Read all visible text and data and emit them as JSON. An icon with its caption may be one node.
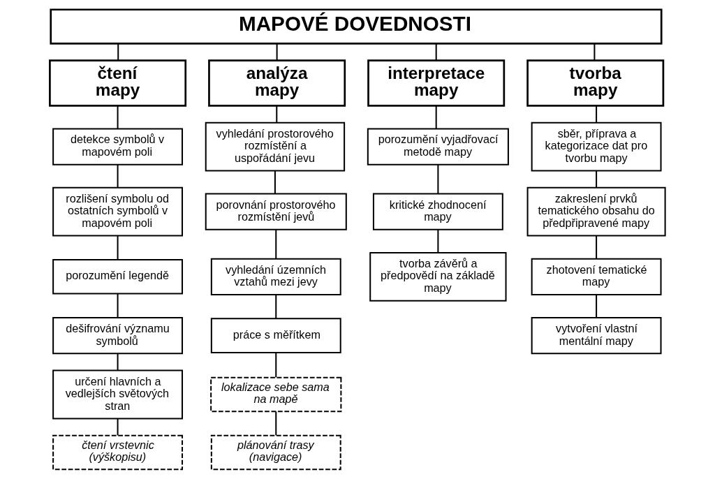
{
  "diagram": {
    "nodes": [
      {
        "text": [
          "MAPOVÉ DOVEDNOSTI"
        ]
      },
      {
        "text": [
          "čtení mapy"
        ]
      },
      {
        "text": [
          "analýza mapy"
        ]
      },
      {
        "text": [
          "interpretace mapy"
        ]
      },
      {
        "text": [
          "tvorba mapy"
        ]
      },
      {
        "text": [
          "detekce symbolů v mapovém poli"
        ]
      },
      {
        "text": [
          "rozlišení symbolu od ostatních symbolů v mapovém poli"
        ]
      },
      {
        "text": [
          "porozumění legendě"
        ]
      },
      {
        "text": [
          "dešifrování významu symbolů"
        ]
      },
      {
        "text": [
          "určení hlavních a vedlejších světových stran"
        ]
      },
      {
        "text": [
          "čtení vrstevnic (výškopisu)"
        ]
      },
      {
        "text": [
          "vyhledání prostorového rozmístění a uspořádání jevu"
        ]
      },
      {
        "text": [
          "porovnání prostorového rozmístění jevů"
        ]
      },
      {
        "text": [
          "vyhledání územních vztahů mezi jevy"
        ]
      },
      {
        "text": [
          "práce s měřítkem"
        ]
      },
      {
        "text": [
          "lokalizace sebe sama na mapě"
        ]
      },
      {
        "text": [
          "plánování trasy (navigace)"
        ]
      },
      {
        "text": [
          "porozumění vyjadřovací metodě mapy"
        ]
      },
      {
        "text": [
          "kritické zhodnocení mapy"
        ]
      },
      {
        "text": [
          "tvorba závěrů a předpovědí na základě mapy"
        ]
      },
      {
        "text": [
          "sběr, příprava a kategorizace dat pro tvorbu mapy"
        ]
      },
      {
        "text": [
          "zakreslení prvků tematického obsahu do předpřipravené mapy"
        ]
      },
      {
        "text": [
          "zhotovení tematické mapy"
        ]
      },
      {
        "text": [
          "vytvoření vlastní mentální mapy"
        ]
      }
    ],
    "edges": [
      {
        "from": 0,
        "to": 1,
        "arrow": "none"
      },
      {
        "from": 0,
        "to": 2,
        "arrow": "none"
      },
      {
        "from": 0,
        "to": 3,
        "arrow": "none"
      },
      {
        "from": 0,
        "to": 4,
        "arrow": "none"
      },
      {
        "from": 1,
        "to": 5,
        "arrow": "none"
      },
      {
        "from": 5,
        "to": 6,
        "arrow": "none"
      },
      {
        "from": 6,
        "to": 7,
        "arrow": "none"
      },
      {
        "from": 7,
        "to": 8,
        "arrow": "none"
      },
      {
        "from": 8,
        "to": 9,
        "arrow": "none"
      },
      {
        "from": 9,
        "to": 10,
        "arrow": "none"
      },
      {
        "from": 2,
        "to": 11,
        "arrow": "none"
      },
      {
        "from": 11,
        "to": 12,
        "arrow": "none"
      },
      {
        "from": 12,
        "to": 13,
        "arrow": "none"
      },
      {
        "from": 13,
        "to": 14,
        "arrow": "none"
      },
      {
        "from": 14,
        "to": 15,
        "arrow": "none"
      },
      {
        "from": 15,
        "to": 16,
        "arrow": "none"
      },
      {
        "from": 3,
        "to": 17,
        "arrow": "none"
      },
      {
        "from": 17,
        "to": 18,
        "arrow": "none"
      },
      {
        "from": 18,
        "to": 19,
        "arrow": "none"
      },
      {
        "from": 4,
        "to": 20,
        "arrow": "none"
      },
      {
        "from": 20,
        "to": 21,
        "arrow": "none"
      },
      {
        "from": 21,
        "to": 22,
        "arrow": "none"
      },
      {
        "from": 22,
        "to": 23,
        "arrow": "none"
      }
    ]
  }
}
